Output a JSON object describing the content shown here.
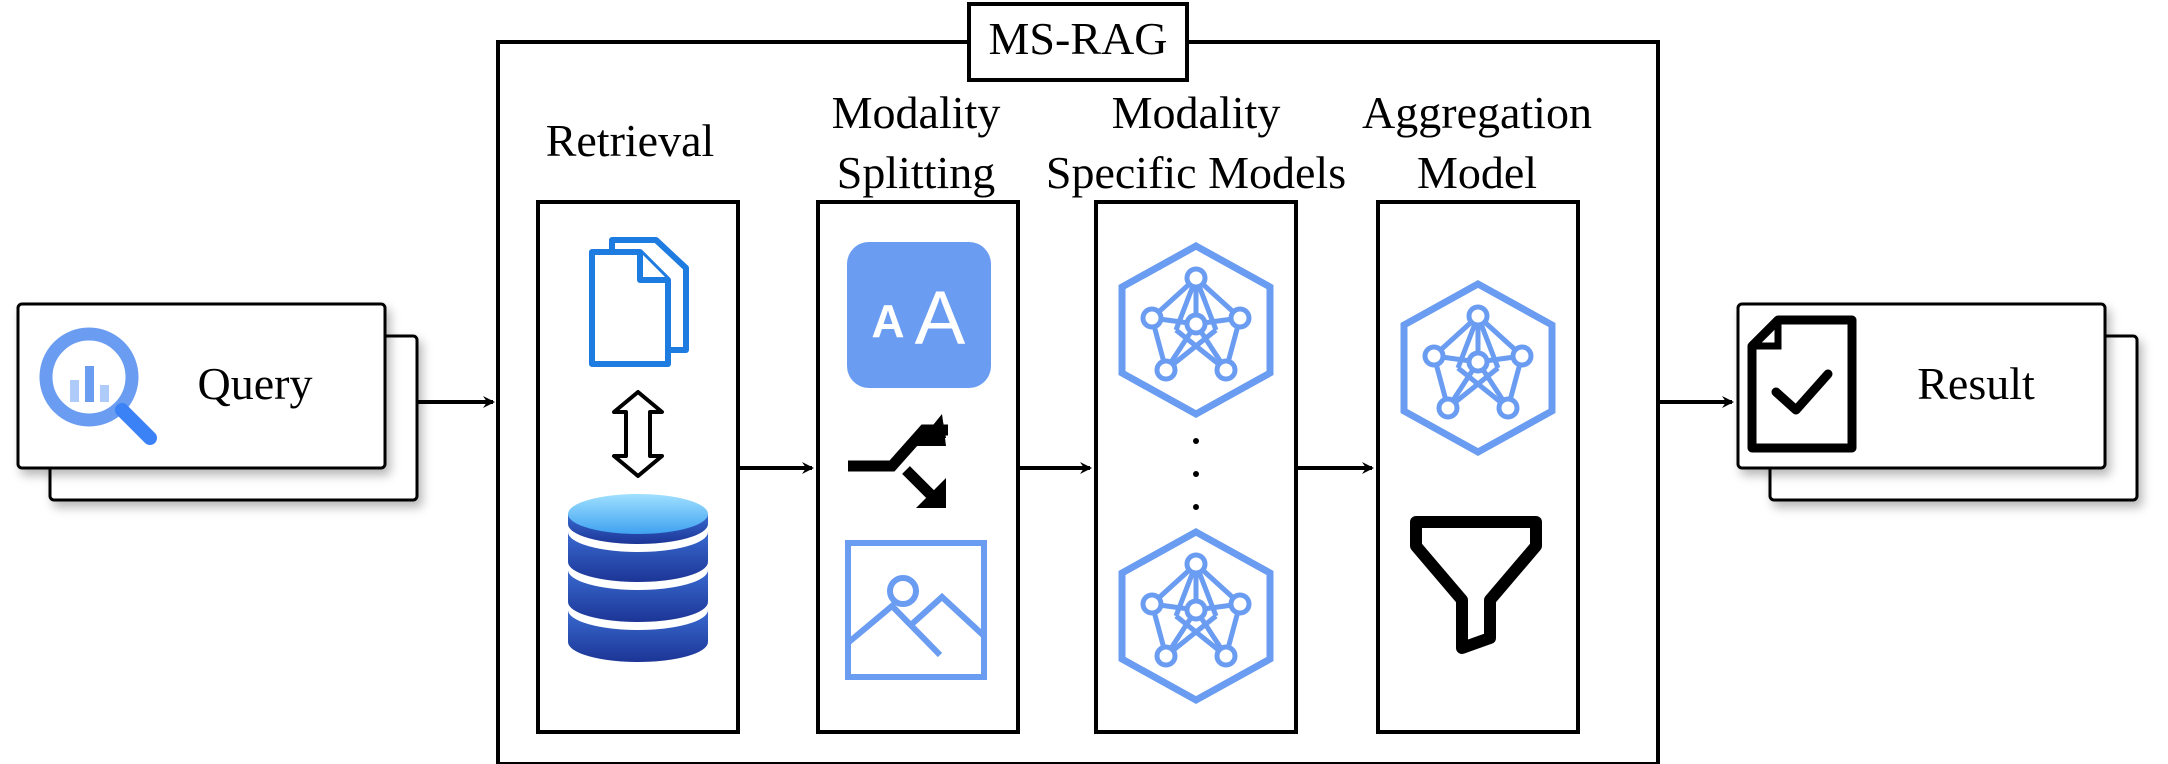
{
  "system": {
    "title": "MS-RAG"
  },
  "input": {
    "label": "Query",
    "icon": "query-search-icon"
  },
  "output": {
    "label": "Result",
    "icon": "document-check-icon"
  },
  "stages": [
    {
      "title_lines": [
        "Retrieval"
      ],
      "icons": [
        "documents-icon",
        "bidirectional-arrow-icon",
        "database-icon"
      ]
    },
    {
      "title_lines": [
        "Modality",
        "Splitting"
      ],
      "icons": [
        "text-font-icon",
        "split-arrow-icon",
        "image-icon"
      ]
    },
    {
      "title_lines": [
        "Modality",
        "Specific Models"
      ],
      "icons": [
        "neural-network-icon",
        "vertical-ellipsis-icon",
        "neural-network-icon"
      ]
    },
    {
      "title_lines": [
        "Aggregation",
        "Model"
      ],
      "icons": [
        "neural-network-icon",
        "funnel-icon"
      ]
    }
  ],
  "colors": {
    "icon_blue": "#6a9cf1",
    "document_blue": "#1e7be0",
    "db_top": "#7fd0fb",
    "db_bottom": "#1c3596",
    "stroke": "#000000"
  }
}
